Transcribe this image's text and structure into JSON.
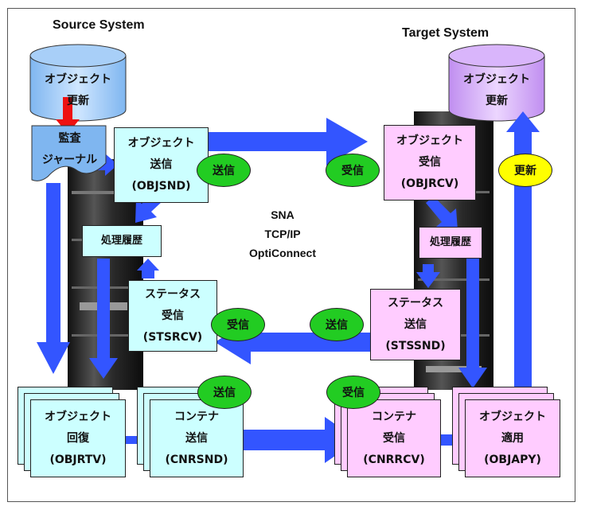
{
  "source_title": "Source System",
  "target_title": "Target System",
  "network": [
    "SNA",
    "TCP/IP",
    "OptiConnect"
  ],
  "src_db": [
    "オブジェクト",
    "更新"
  ],
  "tgt_db": [
    "オブジェクト",
    "更新"
  ],
  "journal": [
    "監査",
    "ジャーナル"
  ],
  "objsnd": [
    "オブジェクト",
    "送信",
    "(OBJSND)"
  ],
  "objrcv": [
    "オブジェクト",
    "受信",
    "(OBJRCV)"
  ],
  "hist_src": "処理履歴",
  "hist_tgt": "処理履歴",
  "stsrcv": [
    "ステータス",
    "受信",
    "(STSRCV)"
  ],
  "stssnd": [
    "ステータス",
    "送信",
    "(STSSND)"
  ],
  "objrtv": [
    "オブジェクト",
    "回復",
    "(OBJRTV)"
  ],
  "cnrsnd": [
    "コンテナ",
    "送信",
    "(CNRSND)"
  ],
  "cnrrcv": [
    "コンテナ",
    "受信",
    "(CNRRCV)"
  ],
  "objapy": [
    "オブジェクト",
    "適用",
    "(OBJAPY)"
  ],
  "badges": {
    "send_top": "送信",
    "recv_top": "受信",
    "update": "更新",
    "recv_mid": "受信",
    "send_mid": "送信",
    "send_bottom": "送信",
    "recv_bottom": "受信"
  },
  "colors": {
    "arrow": "#3355ff",
    "red_arrow": "#ee1111",
    "cyan_box": "#ccffff",
    "pink_box": "#ffccff",
    "green_badge": "#22cc22",
    "yellow_badge": "#ffff00"
  }
}
